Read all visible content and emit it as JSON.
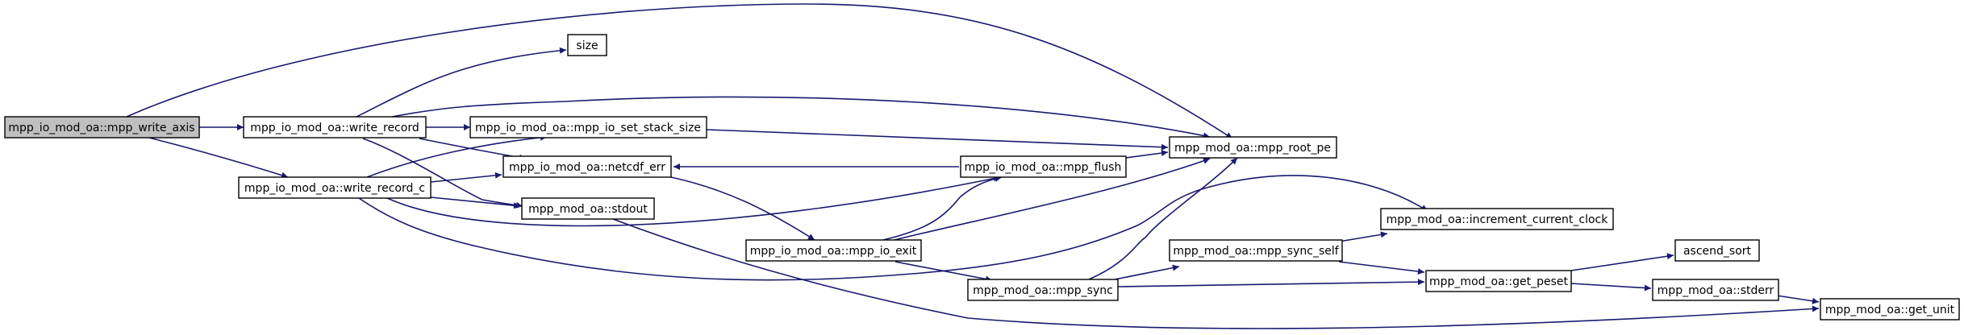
{
  "graph": {
    "nodes": [
      {
        "id": "mpp_write_axis",
        "label": "mpp_io_mod_oa::mpp_write_axis",
        "root": true
      },
      {
        "id": "write_record",
        "label": "mpp_io_mod_oa::write_record"
      },
      {
        "id": "write_record_c",
        "label": "mpp_io_mod_oa::write_record_c"
      },
      {
        "id": "size",
        "label": "size"
      },
      {
        "id": "set_stack_size",
        "label": "mpp_io_mod_oa::mpp_io_set_stack_size"
      },
      {
        "id": "netcdf_err",
        "label": "mpp_io_mod_oa::netcdf_err"
      },
      {
        "id": "stdout",
        "label": "mpp_mod_oa::stdout"
      },
      {
        "id": "mpp_io_exit",
        "label": "mpp_io_mod_oa::mpp_io_exit"
      },
      {
        "id": "mpp_flush",
        "label": "mpp_io_mod_oa::mpp_flush"
      },
      {
        "id": "mpp_sync",
        "label": "mpp_mod_oa::mpp_sync"
      },
      {
        "id": "mpp_root_pe",
        "label": "mpp_mod_oa::mpp_root_pe"
      },
      {
        "id": "mpp_sync_self",
        "label": "mpp_mod_oa::mpp_sync_self"
      },
      {
        "id": "increment_current_clock",
        "label": "mpp_mod_oa::increment_current_clock"
      },
      {
        "id": "get_peset",
        "label": "mpp_mod_oa::get_peset"
      },
      {
        "id": "ascend_sort",
        "label": "ascend_sort"
      },
      {
        "id": "stderr",
        "label": "mpp_mod_oa::stderr"
      },
      {
        "id": "get_unit",
        "label": "mpp_mod_oa::get_unit"
      }
    ],
    "edges": [
      {
        "from": "mpp_write_axis",
        "to": "write_record"
      },
      {
        "from": "mpp_write_axis",
        "to": "write_record_c"
      },
      {
        "from": "mpp_write_axis",
        "to": "mpp_root_pe"
      },
      {
        "from": "write_record",
        "to": "size"
      },
      {
        "from": "write_record",
        "to": "set_stack_size"
      },
      {
        "from": "write_record",
        "to": "netcdf_err"
      },
      {
        "from": "write_record",
        "to": "stdout"
      },
      {
        "from": "write_record",
        "to": "mpp_root_pe"
      },
      {
        "from": "write_record_c",
        "to": "set_stack_size"
      },
      {
        "from": "write_record_c",
        "to": "netcdf_err"
      },
      {
        "from": "write_record_c",
        "to": "stdout"
      },
      {
        "from": "write_record_c",
        "to": "mpp_flush"
      },
      {
        "from": "write_record_c",
        "to": "increment_current_clock"
      },
      {
        "from": "set_stack_size",
        "to": "mpp_root_pe"
      },
      {
        "from": "netcdf_err",
        "to": "mpp_io_exit"
      },
      {
        "from": "stdout",
        "to": "get_unit"
      },
      {
        "from": "mpp_flush",
        "to": "netcdf_err"
      },
      {
        "from": "mpp_flush",
        "to": "mpp_root_pe"
      },
      {
        "from": "mpp_io_exit",
        "to": "mpp_flush"
      },
      {
        "from": "mpp_io_exit",
        "to": "mpp_root_pe"
      },
      {
        "from": "mpp_io_exit",
        "to": "mpp_sync"
      },
      {
        "from": "mpp_sync",
        "to": "mpp_root_pe"
      },
      {
        "from": "mpp_sync",
        "to": "mpp_sync_self"
      },
      {
        "from": "mpp_sync",
        "to": "get_peset"
      },
      {
        "from": "mpp_sync_self",
        "to": "increment_current_clock"
      },
      {
        "from": "mpp_sync_self",
        "to": "get_peset"
      },
      {
        "from": "get_peset",
        "to": "ascend_sort"
      },
      {
        "from": "get_peset",
        "to": "stderr"
      },
      {
        "from": "stderr",
        "to": "get_unit"
      }
    ]
  }
}
